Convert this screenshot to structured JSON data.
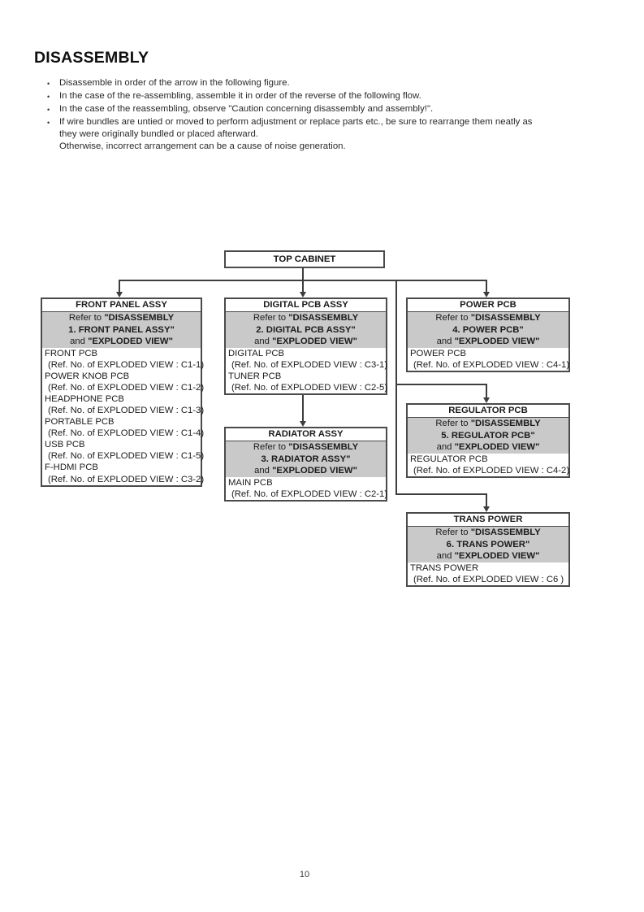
{
  "page": {
    "title": "DISASSEMBLY",
    "page_number": "10",
    "bullets": [
      {
        "lines": [
          "Disassemble in order of the arrow in the following figure."
        ]
      },
      {
        "lines": [
          "In the case of the re-assembling, assemble it in order of the reverse of the following flow."
        ]
      },
      {
        "lines": [
          "In the case of the reassembling, observe \"Caution concerning disassembly and assembly!\"."
        ]
      },
      {
        "lines": [
          "If wire bundles are untied or moved to perform adjustment or replace parts etc., be sure to rearrange them neatly as",
          "they were originally bundled or placed afterward.",
          "Otherwise, incorrect arrangement can be a cause of noise generation."
        ]
      }
    ]
  },
  "colors": {
    "header_gray": "#c9c9c9",
    "box_border": "#4a4a4a",
    "connector_line": "#3d3d3d"
  },
  "diagram": {
    "root_title": "TOP CABINET",
    "boxes": [
      {
        "id": "front-panel-assy",
        "title": "FRONT PANEL ASSY",
        "refer": {
          "l1_plain": "Refer to ",
          "l1_bold": "\"DISASSEMBLY",
          "l2_bold": "1. FRONT PANEL ASSY\"",
          "l3_plain": "and ",
          "l3_bold": "\"EXPLODED VIEW\""
        },
        "items": [
          {
            "name": "FRONT PCB",
            "ref": "(Ref. No. of EXPLODED VIEW : C1-1)"
          },
          {
            "name": "POWER KNOB PCB",
            "ref": "(Ref. No. of EXPLODED VIEW : C1-2)"
          },
          {
            "name": "HEADPHONE PCB",
            "ref": "(Ref. No. of EXPLODED VIEW : C1-3)"
          },
          {
            "name": "PORTABLE PCB",
            "ref": "(Ref. No. of EXPLODED VIEW : C1-4)"
          },
          {
            "name": "USB PCB",
            "ref": "(Ref. No. of EXPLODED VIEW : C1-5)"
          },
          {
            "name": "F-HDMI PCB",
            "ref": "(Ref. No. of EXPLODED VIEW : C3-2)"
          }
        ]
      },
      {
        "id": "digital-pcb-assy",
        "title": "DIGITAL PCB ASSY",
        "refer": {
          "l1_plain": "Refer to ",
          "l1_bold": "\"DISASSEMBLY",
          "l2_bold": "2. DIGITAL PCB ASSY\"",
          "l3_plain": "and ",
          "l3_bold": "\"EXPLODED VIEW\""
        },
        "items": [
          {
            "name": "DIGITAL PCB",
            "ref": "(Ref. No. of EXPLODED VIEW : C3-1)"
          },
          {
            "name": "TUNER PCB",
            "ref": "(Ref. No. of EXPLODED VIEW : C2-5)"
          }
        ]
      },
      {
        "id": "power-pcb",
        "title": "POWER PCB",
        "refer": {
          "l1_plain": "Refer to ",
          "l1_bold": "\"DISASSEMBLY",
          "l2_bold": "4. POWER PCB\"",
          "l3_plain": "and ",
          "l3_bold": "\"EXPLODED VIEW\""
        },
        "items": [
          {
            "name": "POWER PCB",
            "ref": "(Ref. No. of EXPLODED VIEW : C4-1)"
          }
        ]
      },
      {
        "id": "radiator-assy",
        "title": "RADIATOR ASSY",
        "refer": {
          "l1_plain": "Refer to ",
          "l1_bold": "\"DISASSEMBLY",
          "l2_bold": "3. RADIATOR ASSY\"",
          "l3_plain": "and ",
          "l3_bold": "\"EXPLODED VIEW\""
        },
        "items": [
          {
            "name": "MAIN PCB",
            "ref": "(Ref. No. of EXPLODED VIEW : C2-1)"
          }
        ]
      },
      {
        "id": "regulator-pcb",
        "title": "REGULATOR PCB",
        "refer": {
          "l1_plain": "Refer to ",
          "l1_bold": "\"DISASSEMBLY",
          "l2_bold": "5. REGULATOR PCB\"",
          "l3_plain": "and ",
          "l3_bold": "\"EXPLODED VIEW\""
        },
        "items": [
          {
            "name": "REGULATOR PCB",
            "ref": "(Ref. No. of EXPLODED VIEW : C4-2)"
          }
        ]
      },
      {
        "id": "trans-power",
        "title": "TRANS POWER",
        "refer": {
          "l1_plain": "Refer to ",
          "l1_bold": "\"DISASSEMBLY",
          "l2_bold": "6. TRANS POWER\"",
          "l3_plain": "and ",
          "l3_bold": "\"EXPLODED VIEW\""
        },
        "items": [
          {
            "name": "TRANS POWER",
            "ref": "(Ref. No. of EXPLODED VIEW : C6 )"
          }
        ]
      }
    ]
  }
}
